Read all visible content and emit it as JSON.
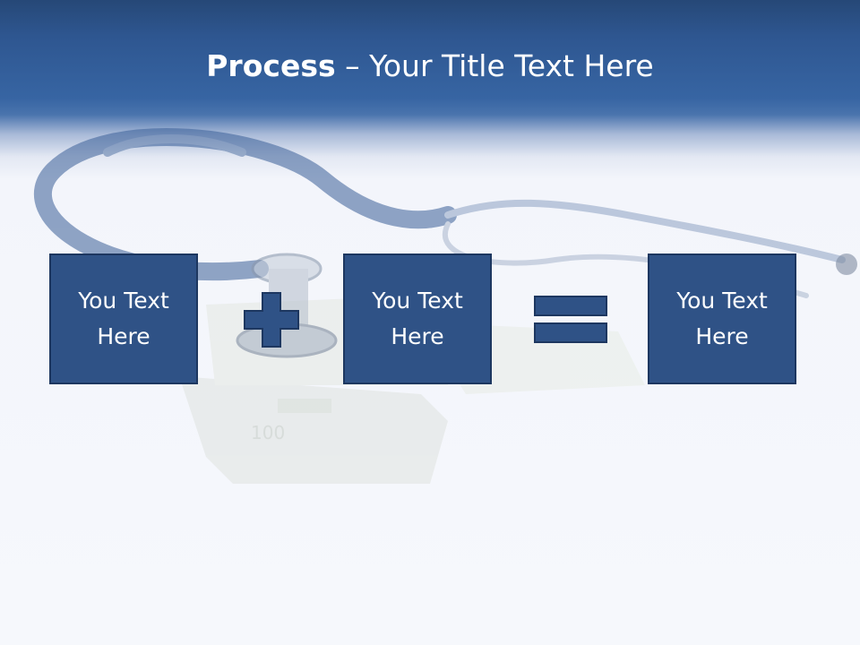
{
  "slide": {
    "title_bold": "Process",
    "title_rest": " – Your Title Text Here"
  },
  "process": {
    "boxes": [
      {
        "line1": "You Text",
        "line2": "Here"
      },
      {
        "line1": "You Text",
        "line2": "Here"
      },
      {
        "line1": "You Text",
        "line2": "Here"
      }
    ],
    "operators": [
      "plus",
      "equals"
    ]
  },
  "colors": {
    "header_blue": "#2e5690",
    "box_fill": "#2f5286",
    "box_border": "#1d3760"
  },
  "background_image": "stethoscope-on-money"
}
